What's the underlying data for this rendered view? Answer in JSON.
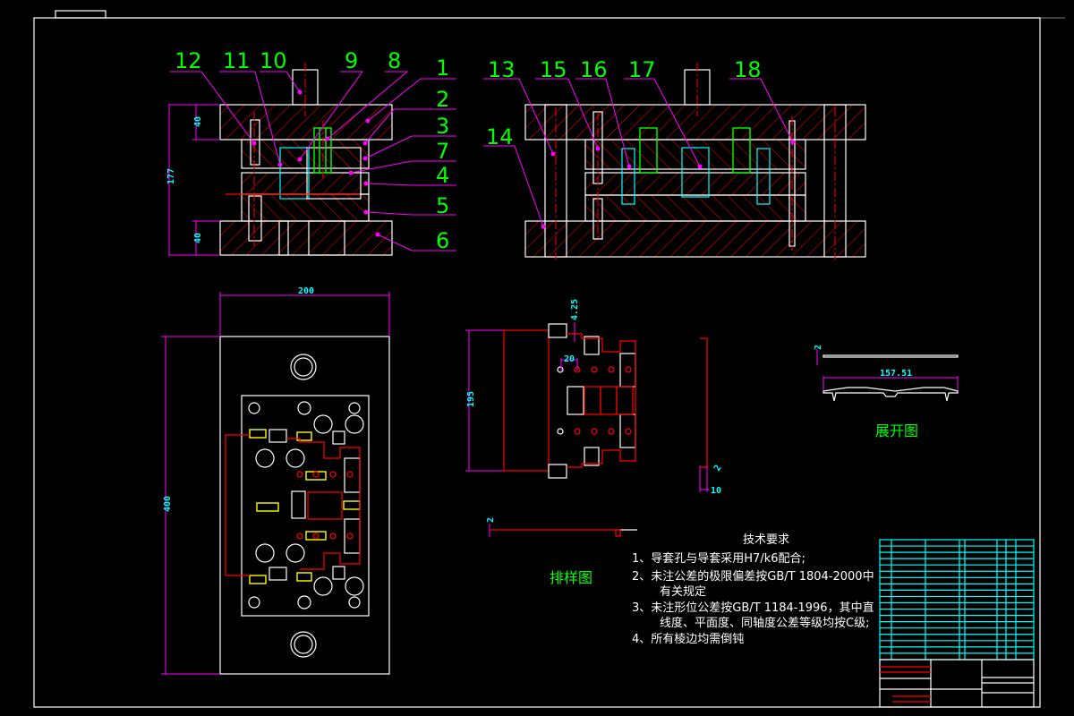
{
  "colors": {
    "background": "#000000",
    "outline": "#ffffff",
    "hatch": "#ff0000",
    "dimension": "#ff00ff",
    "dimension_text": "#00ffff",
    "part_number": "#00ff00",
    "spring": "#00ff00"
  },
  "part_numbers_front": [
    "12",
    "11",
    "10",
    "9",
    "8",
    "1",
    "2",
    "3",
    "7",
    "4",
    "5",
    "6"
  ],
  "part_numbers_side": [
    "13",
    "15",
    "16",
    "17",
    "18",
    "14"
  ],
  "dimensions": {
    "front_height": "177",
    "top_plate": "40",
    "bottom_plate": "40",
    "plan_width": "200",
    "plan_height": "400",
    "strip_width": "195",
    "pilot_offset": "4.25",
    "pitch": "20",
    "strip_side": "10",
    "strip_side_small": "2",
    "layout_thickness": "2",
    "blank_thickness": "2",
    "blank_length": "157.51"
  },
  "labels": {
    "strip_layout": "排样图",
    "blank_development": "展开图"
  },
  "technical_requirements": {
    "title": "技术要求",
    "items": [
      "1、导套孔与导套采用H7/k6配合;",
      "2、未注公差的极限偏差按GB/T 1804-2000中",
      "有关规定",
      "3、未注形位公差按GB/T 1184-1996，其中直",
      "线度、平面度、同轴度公差等级均按C级;",
      "4、所有棱边均需倒钝"
    ]
  }
}
